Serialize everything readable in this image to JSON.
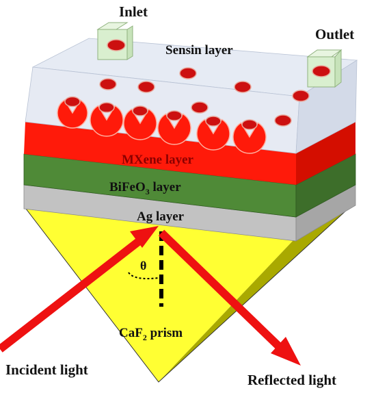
{
  "labels": {
    "inlet": "Inlet",
    "outlet": "Outlet",
    "sensing_layer": "Sensin layer",
    "mxene_layer": "MXene layer",
    "bifeo3_prefix": "BiFeO",
    "bifeo3_sub": "3",
    "bifeo3_suffix": " layer",
    "ag_layer": "Ag layer",
    "theta": "θ",
    "prism_prefix": "CaF",
    "prism_sub": "2",
    "prism_suffix": " prism",
    "incident_light": "Incident light",
    "reflected_light": "Reflected light"
  },
  "colors": {
    "sensing_layer": "#e3e8f2",
    "mxene_layer": "#ff1a0a",
    "bifeo3_layer": "#4f8a37",
    "ag_layer": "#c2c2c2",
    "prism": "#ffff33",
    "prism_side": "#a9a900",
    "light_beam": "#ee1111",
    "analyte": "#cc1010",
    "receptor": "#ff1a0a",
    "port": "#d9efcf"
  }
}
